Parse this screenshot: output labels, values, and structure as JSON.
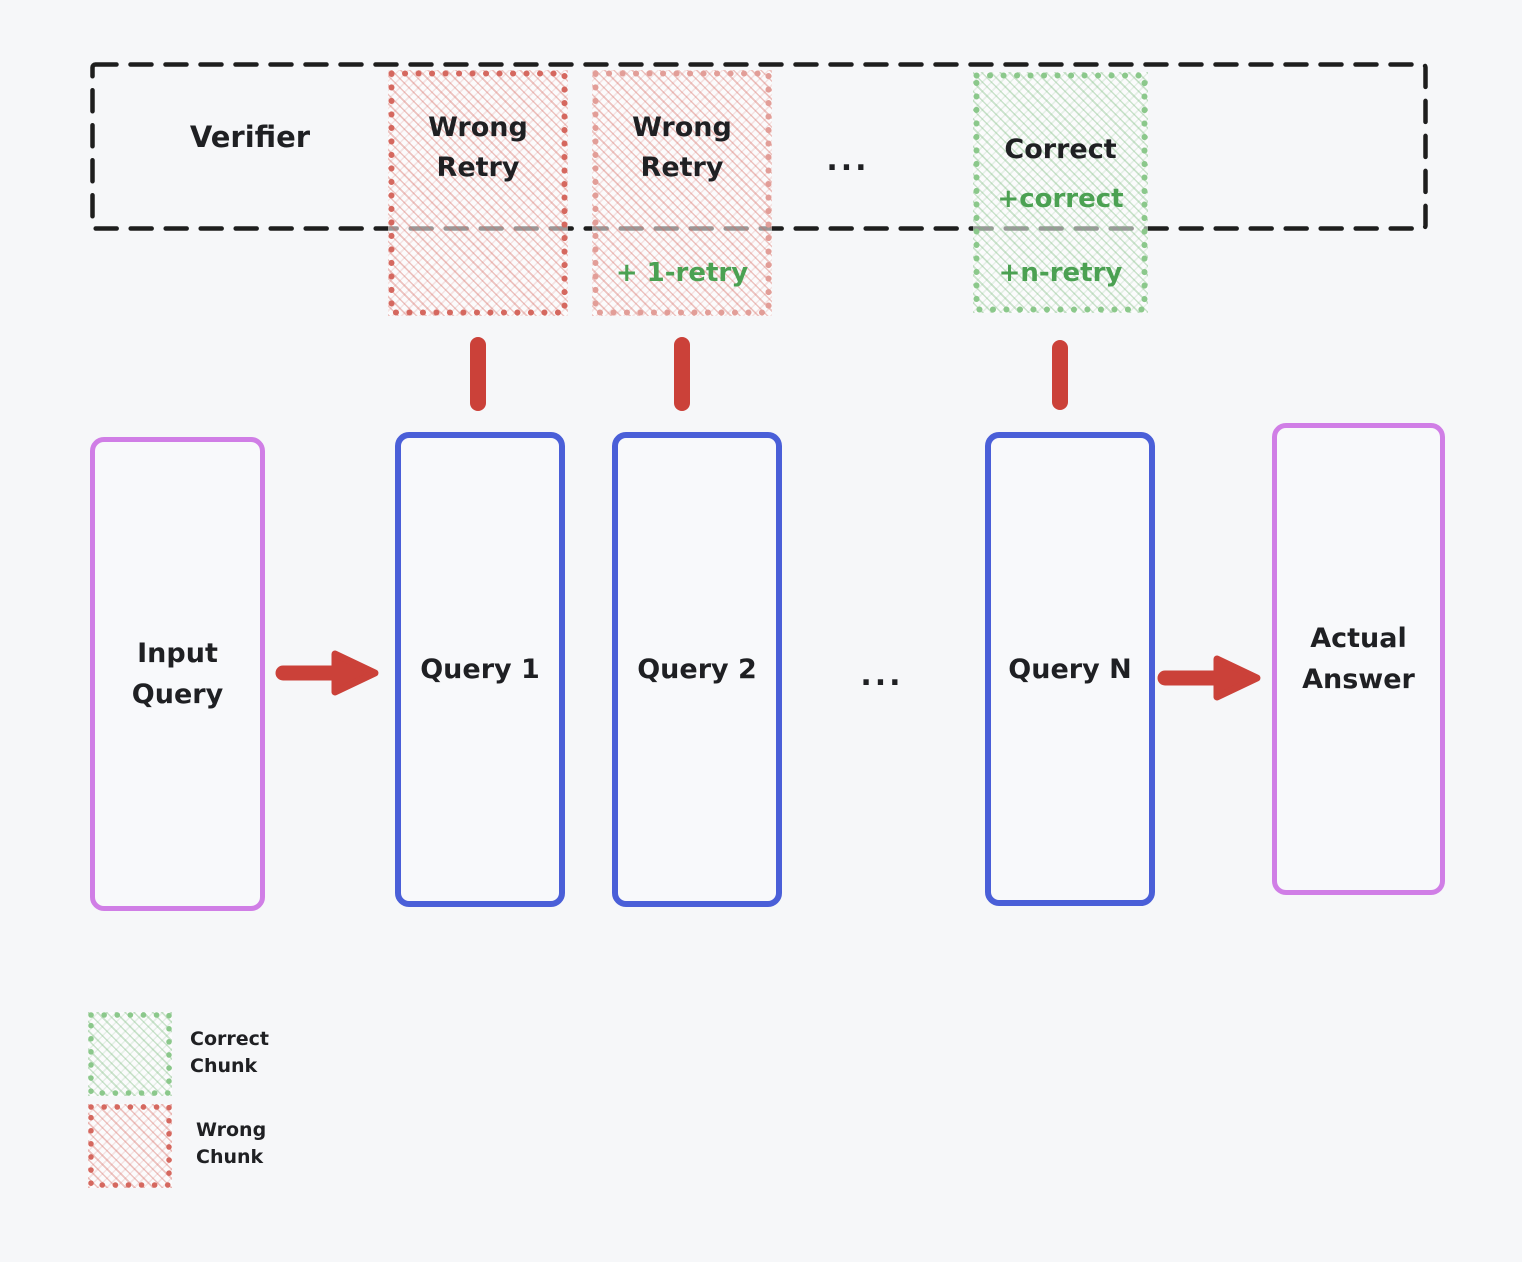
{
  "verifier": {
    "label": "Verifier",
    "ellipsis": "...",
    "chunks": [
      {
        "kind": "wrong",
        "title": "Wrong\nRetry"
      },
      {
        "kind": "wrong",
        "title": "Wrong\nRetry",
        "note": "+ 1-retry"
      },
      {
        "kind": "correct",
        "title": "Correct",
        "note_top": "+correct",
        "note": "+n-retry"
      }
    ]
  },
  "flow": {
    "input_label": "Input\nQuery",
    "queries": [
      "Query 1",
      "Query 2",
      "Query N"
    ],
    "ellipsis": "...",
    "answer_label": "Actual\nAnswer"
  },
  "legend": {
    "items": [
      {
        "kind": "correct",
        "label": "Correct\nChunk"
      },
      {
        "kind": "wrong",
        "label": "Wrong\nChunk"
      }
    ]
  },
  "colors": {
    "background": "#f6f7f9",
    "outline_dark": "#1e1e1e",
    "query_blue": "#4a5fd8",
    "io_purple": "#d07ee6",
    "arrow_red": "#cb4139",
    "wrong_dot": "#d5685f",
    "wrong_dot_light": "#e29e98",
    "correct_dot": "#8bc88b",
    "green_text": "#4ba152",
    "text": "#1f2023"
  }
}
